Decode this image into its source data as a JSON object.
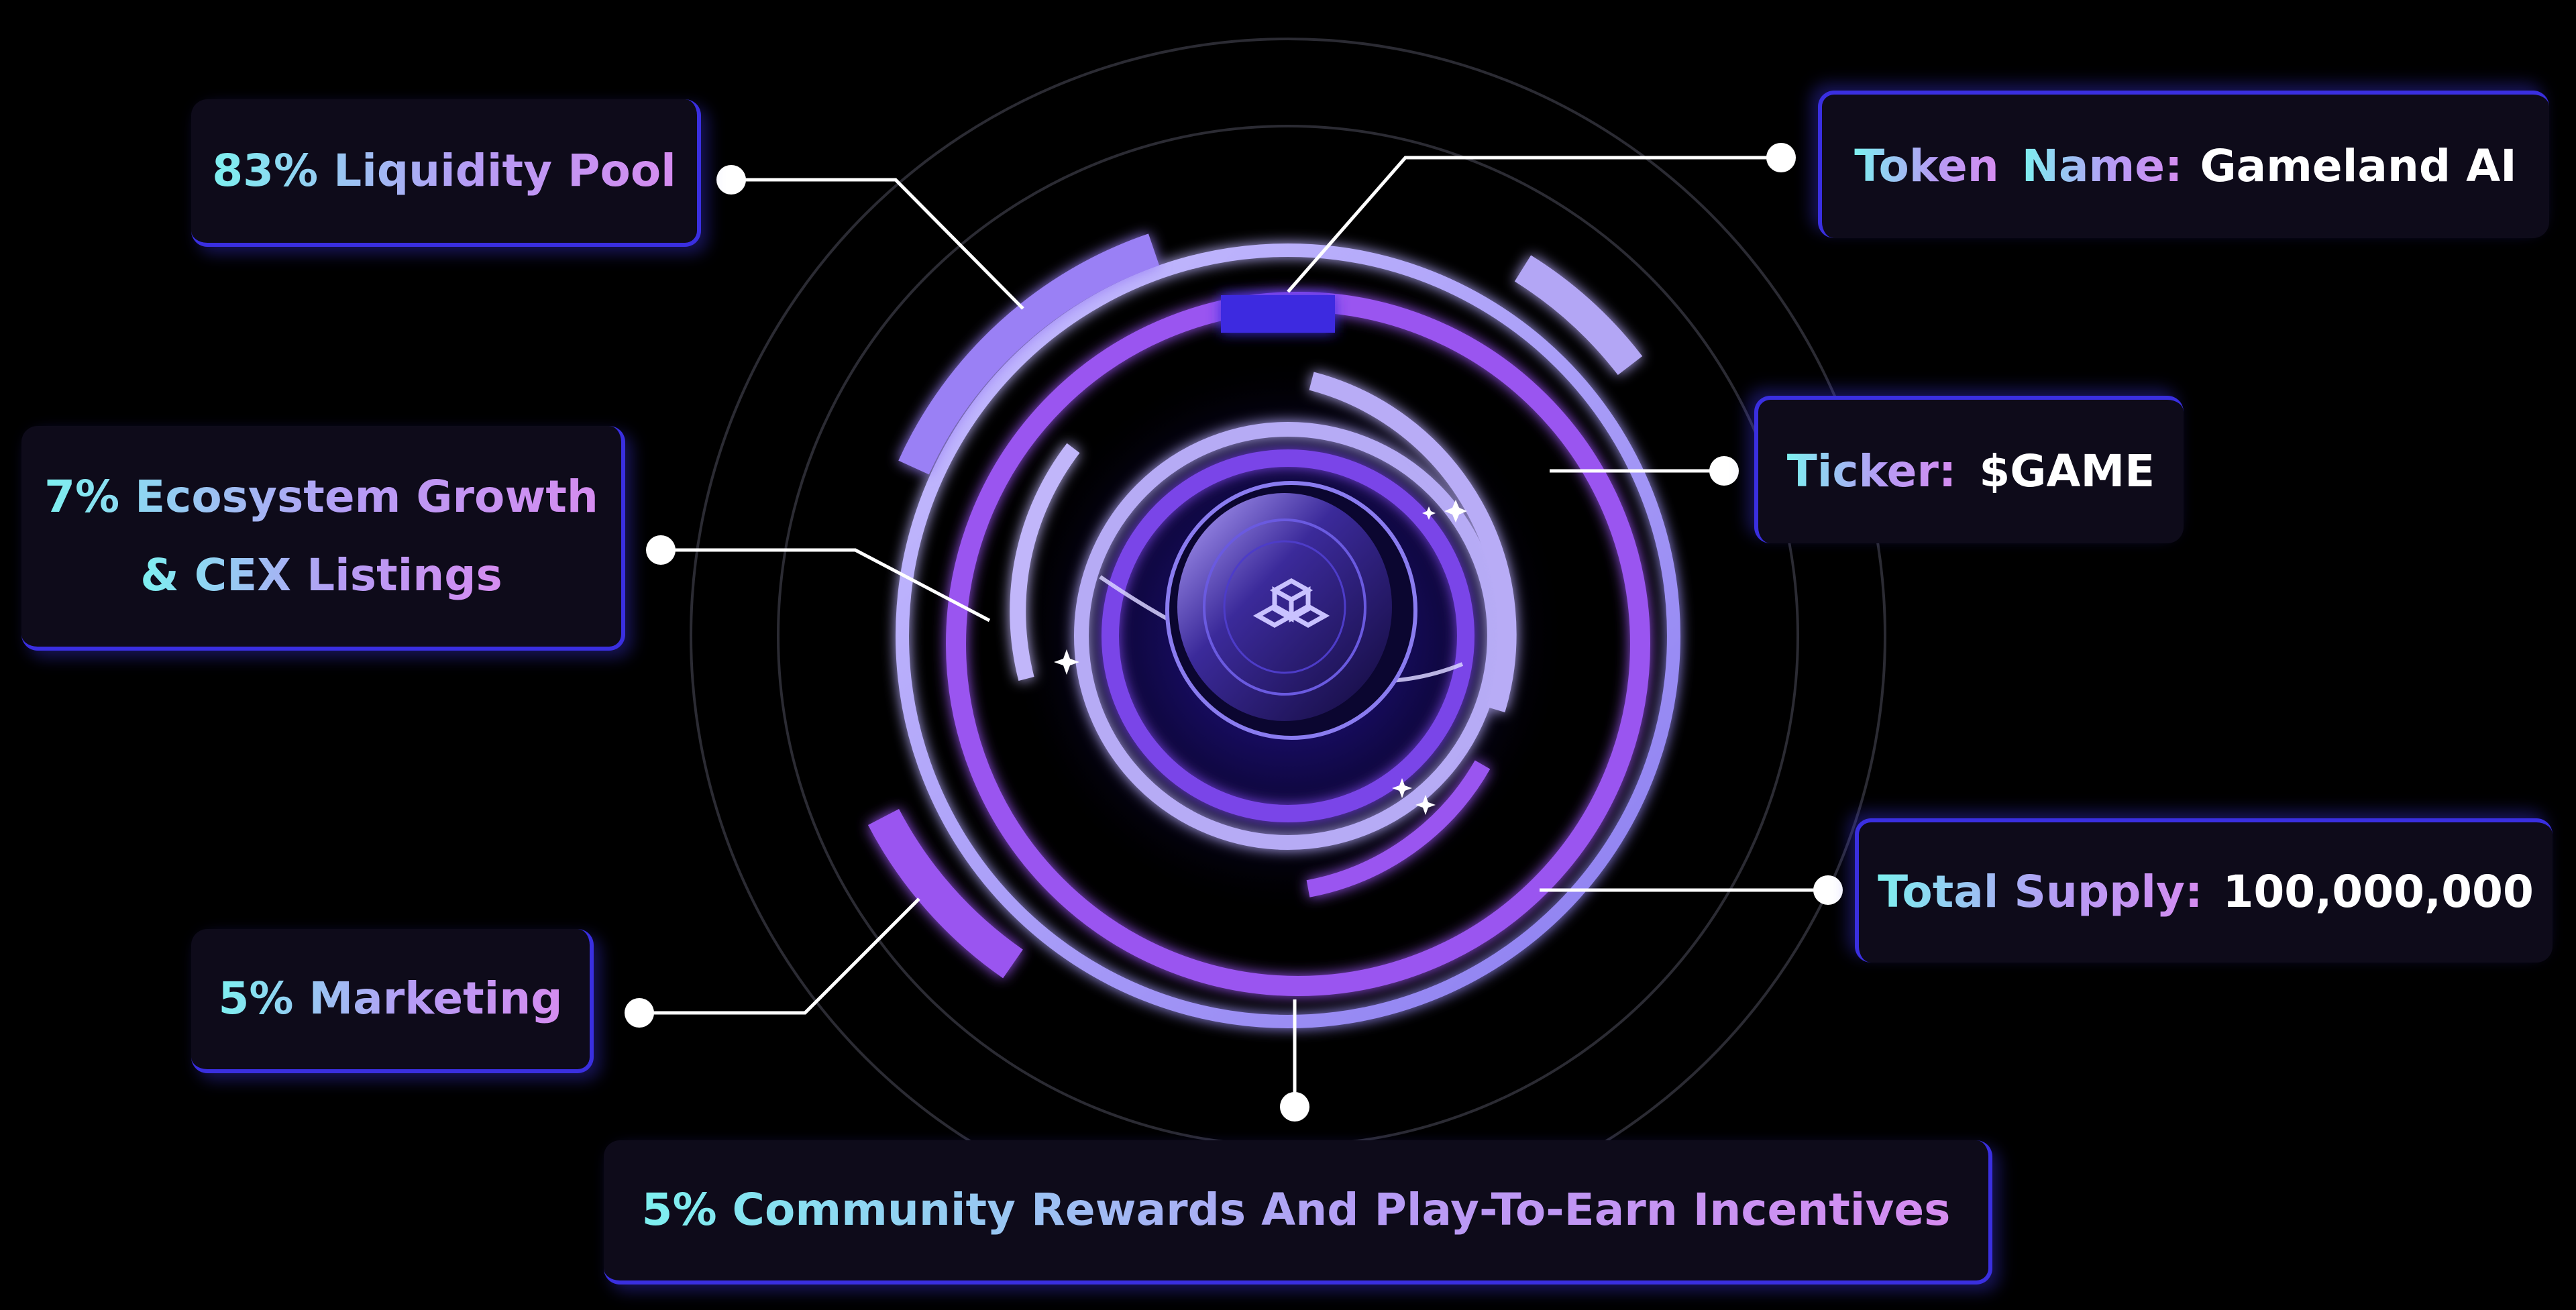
{
  "labels": {
    "liquidity": "83% Liquidity Pool",
    "ecosystem_line1": "7% Ecosystem Growth",
    "ecosystem_line2": "& CEX Listings",
    "marketing": "5% Marketing",
    "community": "5% Community Rewards And Play-To-Earn Incentives"
  },
  "token": {
    "name_key_1": "Token",
    "name_key_2": "Name:",
    "name_value": "Gameland AI",
    "ticker_key": "Ticker:",
    "ticker_value": "$GAME",
    "supply_key": "Total Supply:",
    "supply_value": "100,000,000"
  },
  "icons": {
    "center": "cube-logo-coin-icon",
    "sparkle": "sparkle-icon"
  },
  "colors": {
    "background": "#000000",
    "accent_purple": "#9a55f0",
    "accent_lavender": "#b9a9f6",
    "accent_blue": "#3a2fe0",
    "text_cyan": "#7df0f0"
  }
}
